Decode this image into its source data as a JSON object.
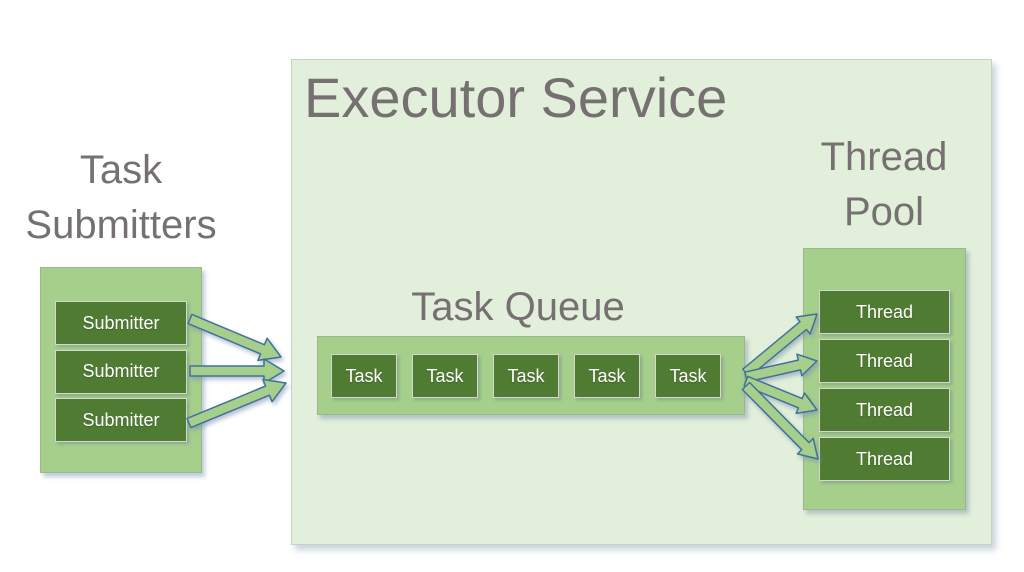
{
  "diagram": {
    "title": "Executor Service",
    "task_submitters": {
      "label_line1": "Task",
      "label_line2": "Submitters",
      "items": [
        "Submitter",
        "Submitter",
        "Submitter"
      ]
    },
    "task_queue": {
      "label": "Task Queue",
      "items": [
        "Task",
        "Task",
        "Task",
        "Task",
        "Task"
      ]
    },
    "thread_pool": {
      "label_line1": "Thread",
      "label_line2": "Pool",
      "items": [
        "Thread",
        "Thread",
        "Thread",
        "Thread"
      ]
    },
    "arrows": {
      "submitters_to_queue_count": 3,
      "queue_to_threads_count": 4
    },
    "colors": {
      "container_fill": "#E2EFDA",
      "group_fill": "#A6CF8C",
      "node_fill": "#4F7B33",
      "node_text": "#FFFFFF",
      "heading_text": "#767171",
      "arrow_fill": "#A6CF8C",
      "arrow_stroke": "#41719C"
    }
  }
}
